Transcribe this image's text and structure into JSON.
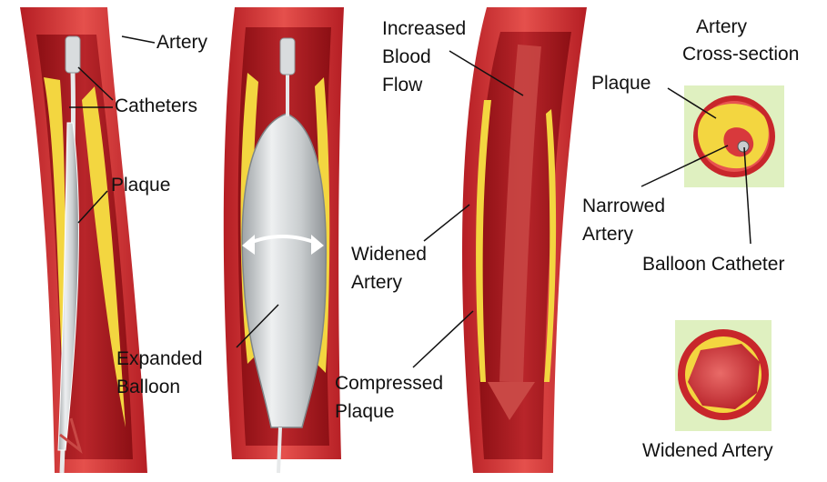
{
  "colors": {
    "artery_outer": "#c8262b",
    "artery_wall": "#e14a47",
    "lumen": "#9e1418",
    "plaque": "#f3d640",
    "plaque_light": "#fbe98a",
    "balloon": "#cfd2d4",
    "balloon_highlight": "#f5f6f7",
    "cross_section_bg": "#dff0c0",
    "text": "#111111"
  },
  "labels": {
    "artery": "Artery",
    "catheters": "Catheters",
    "plaque": "Plaque",
    "expanded_balloon_l1": "Expanded",
    "expanded_balloon_l2": "Balloon",
    "increased_flow_l1": "Increased",
    "increased_flow_l2": "Blood",
    "increased_flow_l3": "Flow",
    "widened_artery_l1": "Widened",
    "widened_artery_l2": "Artery",
    "compressed_plaque_l1": "Compressed",
    "compressed_plaque_l2": "Plaque",
    "cross_section_l1": "Artery",
    "cross_section_l2": "Cross-section",
    "cs_plaque": "Plaque",
    "narrowed_artery_l1": "Narrowed",
    "narrowed_artery_l2": "Artery",
    "balloon_catheter": "Balloon Catheter",
    "widened_artery_bottom": "Widened Artery"
  }
}
